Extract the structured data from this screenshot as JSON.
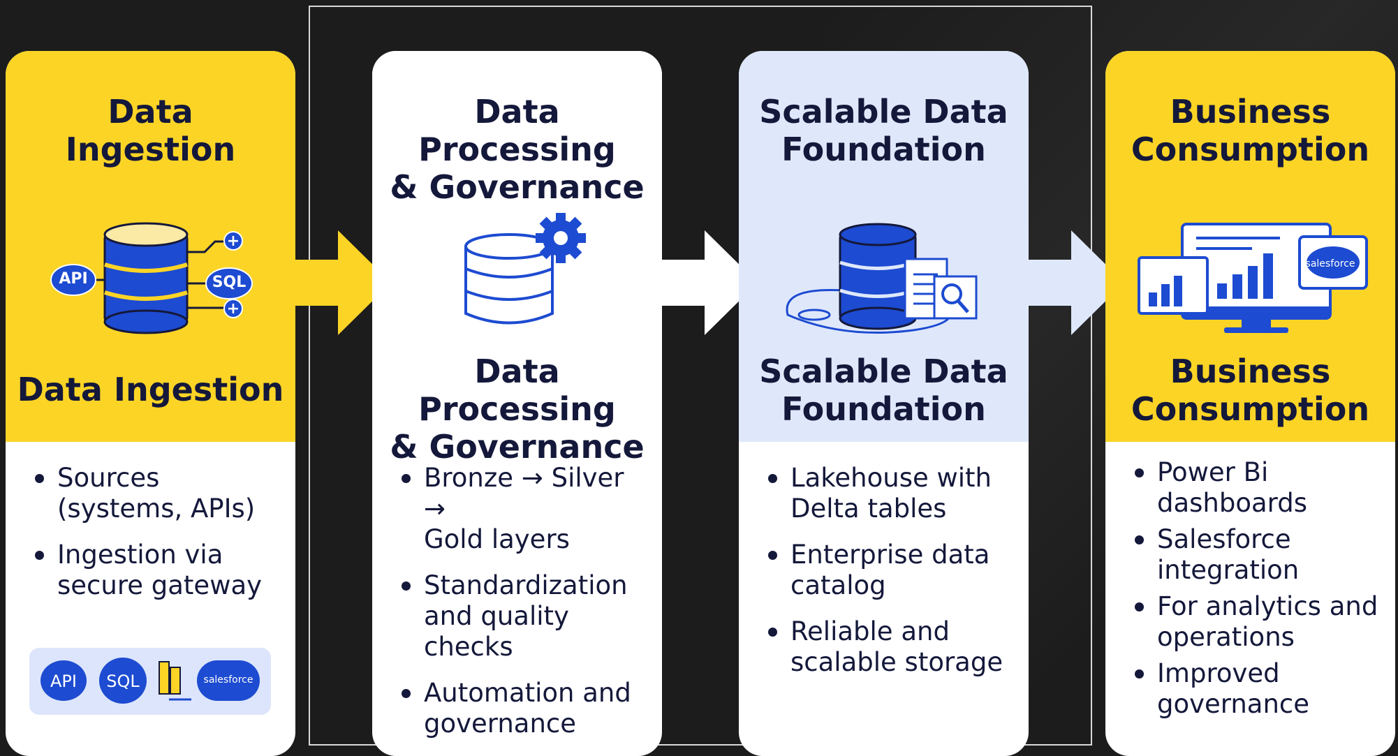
{
  "colors": {
    "background": "#1c1c1c",
    "yellow": "#fbd426",
    "light_blue": "#dfe8fb",
    "white": "#ffffff",
    "navy": "#14183a",
    "blue": "#1d4bd1"
  },
  "stages": [
    {
      "title_top": "Data\nIngestion",
      "title_bottom": "Data Ingestion",
      "icon": "database-icon",
      "icon_labels": {
        "api": "API",
        "sql": "SQL"
      },
      "bullets": [
        "Sources\n(systems, APIs)",
        "Ingestion via\nsecure gateway"
      ],
      "logos": {
        "api": "API",
        "sql": "SQL",
        "salesforce": "salesforce"
      }
    },
    {
      "title_top": "Data Processing\n& Governance",
      "title_bottom": "Data Processing\n& Governance",
      "icon": "database-gear-icon",
      "bullets": [
        "Bronze → Silver →\nGold layers",
        "Standardization\nand quality checks",
        "Automation and\ngovernance"
      ]
    },
    {
      "title_top": "Scalable Data\nFoundation",
      "title_bottom": "Scalable Data\nFoundation",
      "icon": "lakehouse-icon",
      "bullets": [
        "Lakehouse with\nDelta tables",
        "Enterprise data\ncatalog",
        "Reliable and\nscalable storage"
      ]
    },
    {
      "title_top": "Business\nConsumption",
      "title_bottom": "Business\nConsumption",
      "icon": "dashboard-icon",
      "icon_labels": {
        "salesforce": "salesforce"
      },
      "bullets": [
        "Power Bi\ndashboards",
        "Salesforce\nintegration",
        "For analytics and\noperations",
        "Improved\ngovernance"
      ]
    }
  ]
}
